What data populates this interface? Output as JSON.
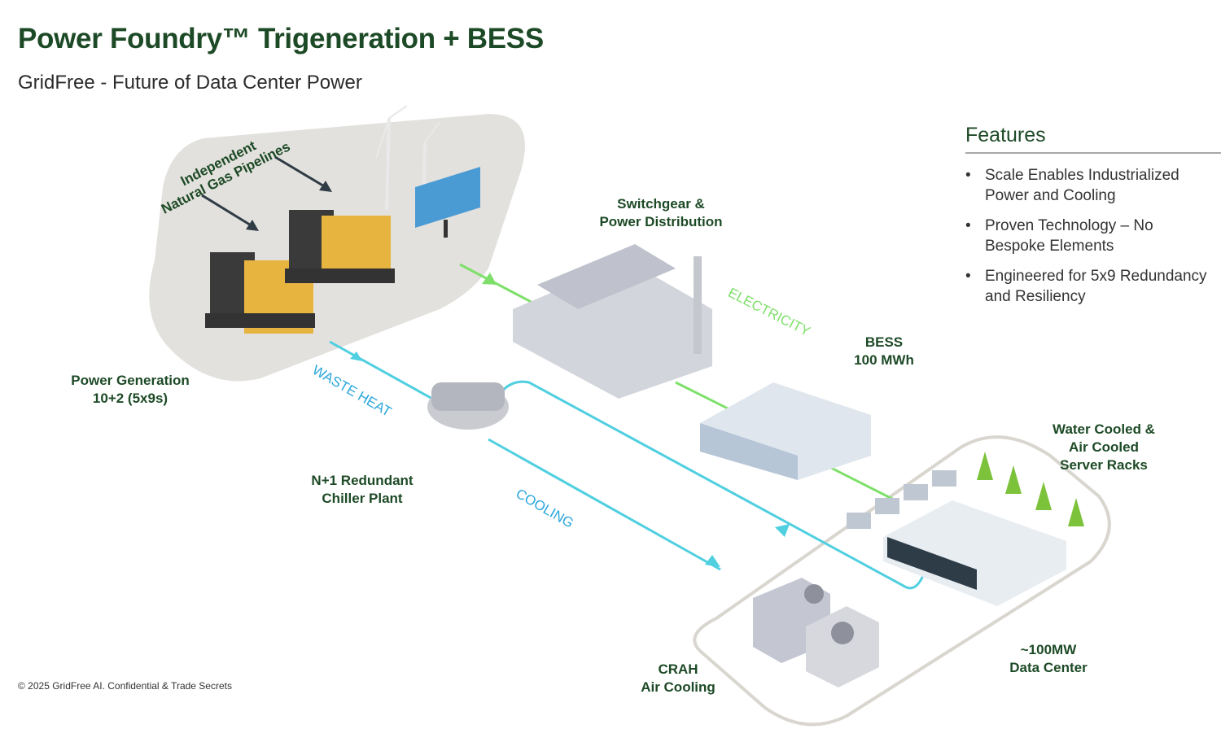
{
  "header": {
    "title": "Power Foundry™ Trigeneration + BESS",
    "subtitle": "GridFree - Future of Data Center Power"
  },
  "features": {
    "heading": "Features",
    "items": [
      "Scale Enables Industrialized Power and Cooling",
      "Proven Technology – No Bespoke Elements",
      "Engineered for 5x9 Redundancy and Resiliency"
    ]
  },
  "components": {
    "gas_pipelines": {
      "line1": "Independent",
      "line2": "Natural Gas Pipelines"
    },
    "power_generation": {
      "line1": "Power Generation",
      "line2": "10+2 (5x9s)"
    },
    "switchgear": {
      "line1": "Switchgear &",
      "line2": "Power Distribution"
    },
    "bess": {
      "line1": "BESS",
      "line2": "100 MWh"
    },
    "chiller": {
      "line1": "N+1 Redundant",
      "line2": "Chiller Plant"
    },
    "server_racks": {
      "line1": "Water Cooled &",
      "line2": "Air Cooled",
      "line3": "Server Racks"
    },
    "data_center": {
      "line1": "~100MW",
      "line2": "Data Center"
    },
    "crah": {
      "line1": "CRAH",
      "line2": "Air Cooling"
    }
  },
  "flows": {
    "electricity": "ELECTRICITY",
    "waste_heat": "WASTE HEAT",
    "cooling": "COOLING"
  },
  "colors": {
    "brand_green": "#1d4a26",
    "electricity": "#7ee06a",
    "water": "#4fcfe0",
    "water_text": "#2aa7dc"
  },
  "footer": {
    "copyright": "© 2025 GridFree AI. Confidential & Trade Secrets"
  }
}
